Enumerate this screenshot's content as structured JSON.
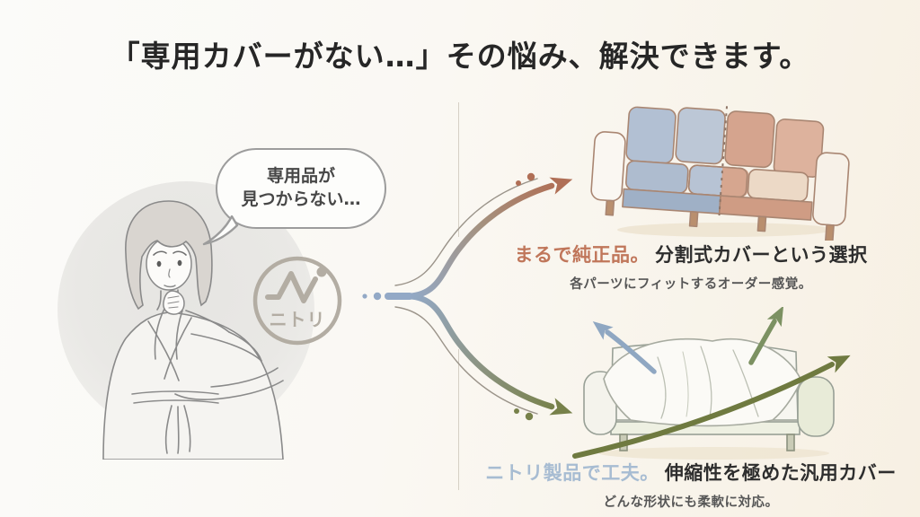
{
  "page": {
    "title": "「専用カバーがない…」その悩み、解決できます。"
  },
  "left": {
    "speech_bubble": {
      "line1": "専用品が",
      "line2": "見つからない…"
    },
    "logo": {
      "brand": "ニトリ"
    }
  },
  "options": [
    {
      "accent": "まるで純正品。",
      "headline": "分割式カバーという選択",
      "subtext": "各パーツにフィットするオーダー感覚。",
      "accent_color": "#c0765a"
    },
    {
      "accent": "ニトリ製品で工夫。",
      "headline": "伸縮性を極めた汎用カバー",
      "subtext": "どんな形状にも柔軟に対応。",
      "accent_color": "#a7bcd2"
    }
  ],
  "colors": {
    "background_left": "#fbfbf9",
    "background_right": "#f7f0e3",
    "title_text": "#262626",
    "arrow_blue": "#93a9c6",
    "arrow_terracotta": "#b06f56",
    "arrow_olive": "#77814a",
    "swoosh_olive": "#6f7a40",
    "arrow_green": "#7c9162",
    "sofa_blue": "#b2c0d3",
    "sofa_pink": "#d5a48e",
    "logo_gray": "#b3ada3",
    "divider": "#d6d0c5"
  }
}
